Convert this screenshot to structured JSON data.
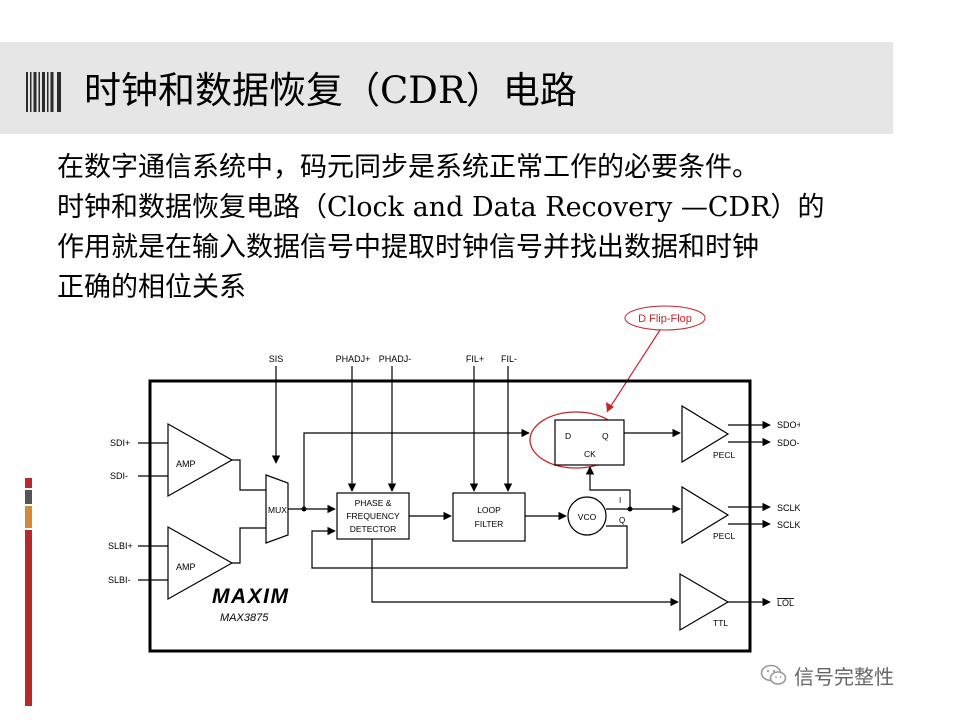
{
  "slide": {
    "title": "时钟和数据恢复（CDR）电路",
    "body_lines": [
      "在数字通信系统中，码元同步是系统正常工作的必要条件。",
      "时钟和数据恢复电路（Clock and Data Recovery —CDR）的",
      "作用就是在输入数据信号中提取时钟信号并找出数据和时钟",
      "正确的相位关系"
    ],
    "watermark": "信号完整性",
    "colors": {
      "title_bg": "#e6e6e6",
      "callout": "#c0272d",
      "accent": "#b52a2a"
    }
  },
  "diagram": {
    "callout_label": "D Flip-Flop",
    "top_pins": [
      "SIS",
      "PHADJ+",
      "PHADJ-",
      "FIL+",
      "FIL-"
    ],
    "left_pins": [
      "SDI+",
      "SDI-",
      "SLBI+",
      "SLBI-"
    ],
    "right_pins": [
      "SDO+",
      "SDO-",
      "SCLKO+",
      "SCLKO-",
      "LOL"
    ],
    "amp_label": "AMP",
    "mux_label": "MUX",
    "pfd_lines": [
      "PHASE &",
      "FREQUENCY",
      "DETECTOR"
    ],
    "loop_filter_lines": [
      "LOOP",
      "FILTER"
    ],
    "vco_label": "VCO",
    "vco_out_i": "I",
    "vco_out_q": "Q",
    "dff": {
      "d": "D",
      "q": "Q",
      "ck": "CK"
    },
    "driver_labels": [
      "PECL",
      "PECL",
      "TTL"
    ],
    "brand": "MAXIM",
    "part_number": "MAX3875"
  }
}
